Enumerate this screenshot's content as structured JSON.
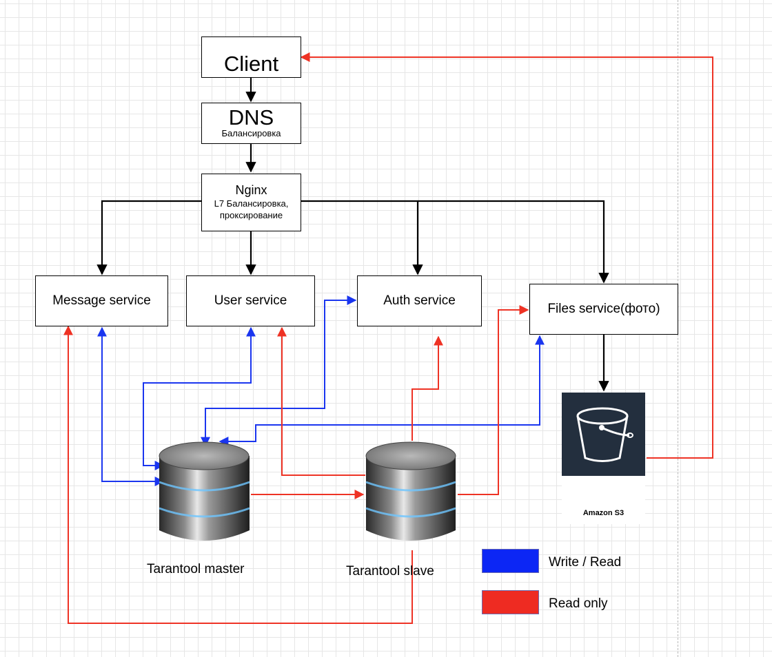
{
  "nodes": {
    "client": {
      "label": "Client"
    },
    "dns": {
      "label": "DNS",
      "sublabel": "Балансировка"
    },
    "nginx": {
      "label": "Nginx",
      "sublabel_line1": "L7 Балансировка,",
      "sublabel_line2": "проксирование"
    },
    "message_service": {
      "label": "Message service"
    },
    "user_service": {
      "label": "User service"
    },
    "auth_service": {
      "label": "Auth service"
    },
    "files_service": {
      "label": "Files service(фото)"
    },
    "tarantool_master": {
      "label": "Tarantool master"
    },
    "tarantool_slave": {
      "label": "Tarantool slave"
    },
    "amazon_s3": {
      "label": "Amazon S3"
    }
  },
  "legend": [
    {
      "label": "Write / Read",
      "color": "#0c26f5"
    },
    {
      "label": "Read only",
      "color": "#ee2b22"
    }
  ],
  "colors": {
    "write_read": "#1a35ef",
    "read_only": "#ee3224",
    "flow": "#000000",
    "s3_bg": "#232f3e"
  }
}
